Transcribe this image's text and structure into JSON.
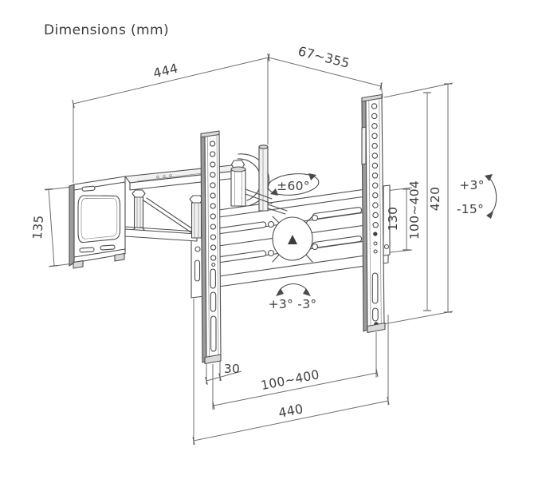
{
  "title": "Dimensions (mm)",
  "drawing": {
    "subject": "articulating-tv-wall-mount",
    "line_color": "#4d4d4d",
    "labels": {
      "arm_width": "444",
      "extension_range": "67~355",
      "wall_plate_height": "135",
      "swivel_range": "±60°",
      "bracket_height": "130",
      "vesa_vertical_range": "100~404",
      "rail_height": "420",
      "tilt_up": "+3°",
      "tilt_down": "-15°",
      "level_adjust": "+3° -3°",
      "rail_width": "30",
      "vesa_horizontal_range": "100~400",
      "crossbar_width": "440"
    }
  }
}
